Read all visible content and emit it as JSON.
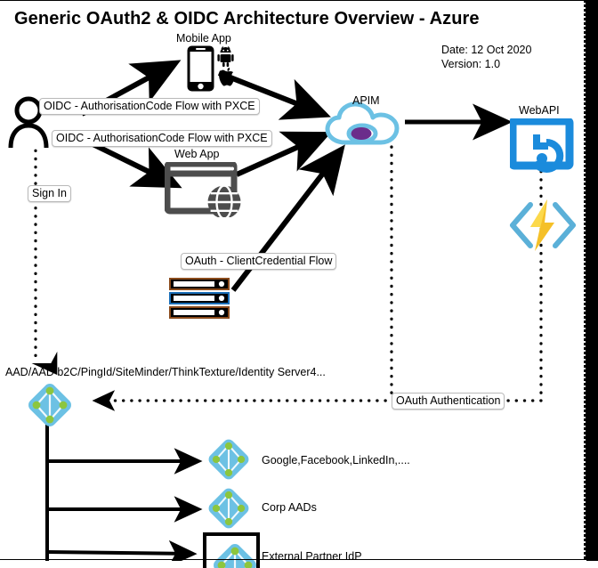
{
  "page": {
    "title": "Generic OAuth2 & OIDC Architecture Overview - Azure",
    "date_label": "Date: 12 Oct 2020",
    "version_label": "Version: 1.0"
  },
  "nodes": {
    "user": {
      "name": "user-actor",
      "label": ""
    },
    "mobile_app": {
      "label": "Mobile App"
    },
    "web_app": {
      "label": "Web App"
    },
    "apim": {
      "label": "APIM"
    },
    "webapi": {
      "label": "WebAPI"
    },
    "function": {
      "label": ""
    },
    "server": {
      "label": ""
    },
    "idp": {
      "label": "AAD/AAD b2C/PingId/SiteMinder/ThinkTexture/Identity Server4..."
    },
    "social_idp": {
      "label": "Google,Facebook,LinkedIn,...."
    },
    "corp_aad": {
      "label": "Corp AADs"
    },
    "partner_idp": {
      "label": "External Partner IdP"
    }
  },
  "flows": {
    "mobile_oidc": "OIDC - AuthorisationCode Flow with PXCE",
    "web_oidc": "OIDC - AuthorisationCode Flow with PXCE",
    "sign_in": "Sign In",
    "client_credential": "OAuth - ClientCredential Flow",
    "oauth_authentication": "OAuth Authentication"
  },
  "colors": {
    "azure_blue": "#1b8bdc",
    "azure_light_blue": "#6cc1e4",
    "azure_ad_green": "#8cc63e",
    "apim_purple": "#6b2d8b",
    "function_yellow": "#f5c028",
    "webapp_gray": "#4d4d4d",
    "ink": "#000000"
  }
}
